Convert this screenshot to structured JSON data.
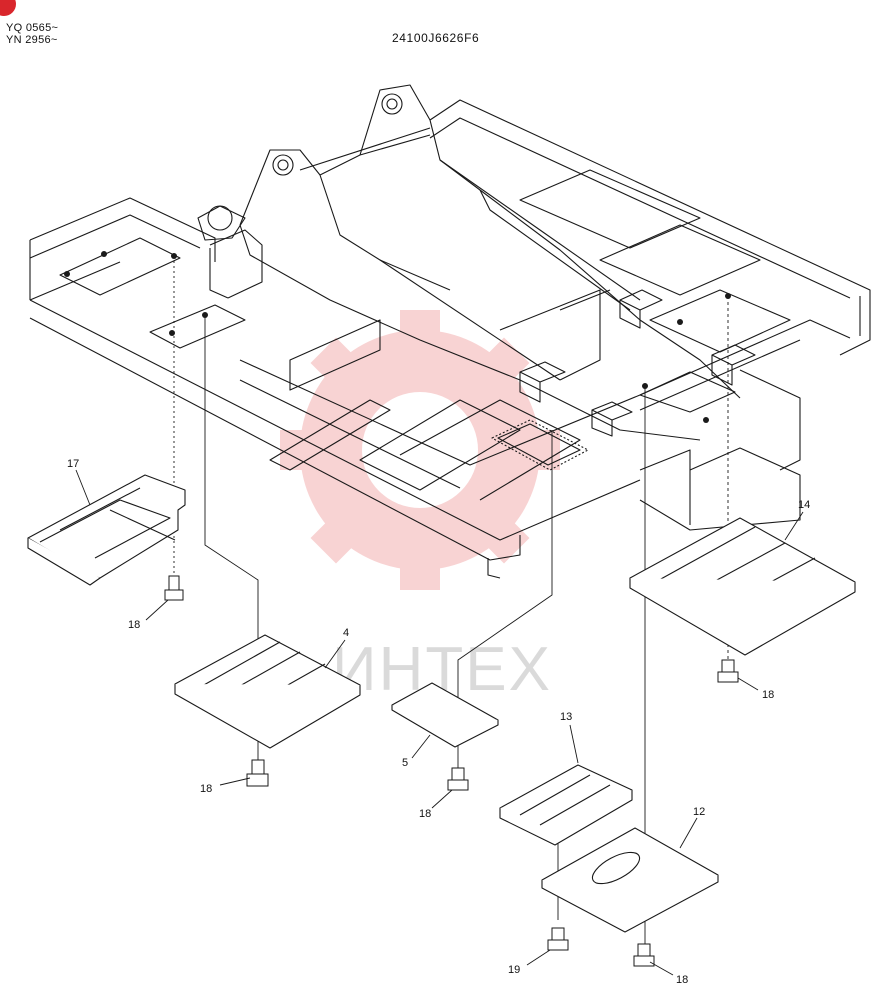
{
  "header": {
    "serial_line1": "YQ 0565~",
    "serial_line2": "YN 2956~",
    "drawing_number": "24100J6626F6"
  },
  "watermark": {
    "text": "ИНТЕХ",
    "color": "#e23a3a"
  },
  "callouts": {
    "c17": "17",
    "c18a": "18",
    "c4": "4",
    "c18b": "18",
    "c5": "5",
    "c18c": "18",
    "c13": "13",
    "c12": "12",
    "c19": "19",
    "c18d": "18",
    "c14": "14",
    "c18e": "18"
  },
  "colors": {
    "line": "#1a1a1a",
    "badge": "#d9262c"
  }
}
